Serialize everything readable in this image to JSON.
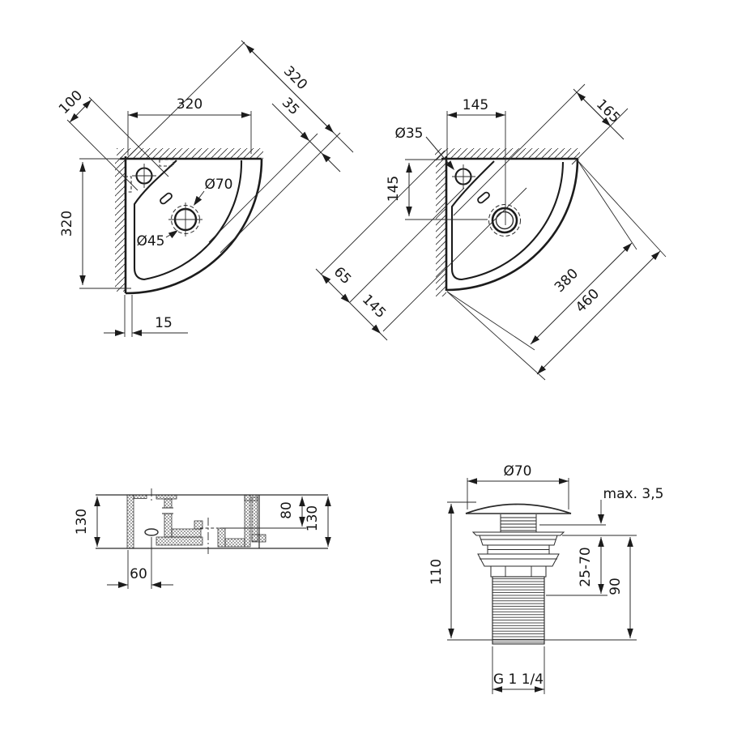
{
  "left_view": {
    "top_width": "320",
    "diagonal_width": "320",
    "rim_offset": "35",
    "tap_offset": "100",
    "side_height": "320",
    "wall_thickness": "15",
    "drain_outer": "Ø70",
    "drain_waste": "Ø45"
  },
  "right_view": {
    "tap_from_wall": "145",
    "tap_diagonal": "165",
    "tap_hole": "Ø35",
    "drain_from_wall": "145",
    "corner_65": "65",
    "corner_145": "145",
    "basin_diagonal": "380",
    "total_diagonal": "460"
  },
  "section_view": {
    "left_height": "130",
    "inner_depth": "80",
    "right_height": "130",
    "overflow_offset": "60"
  },
  "drain_detail": {
    "cap_diameter": "Ø70",
    "deck_thickness": "max. 3,5",
    "total_height": "110",
    "clamp_range": "25-70",
    "lower_height": "90",
    "thread_size": "G 1 1/4"
  }
}
